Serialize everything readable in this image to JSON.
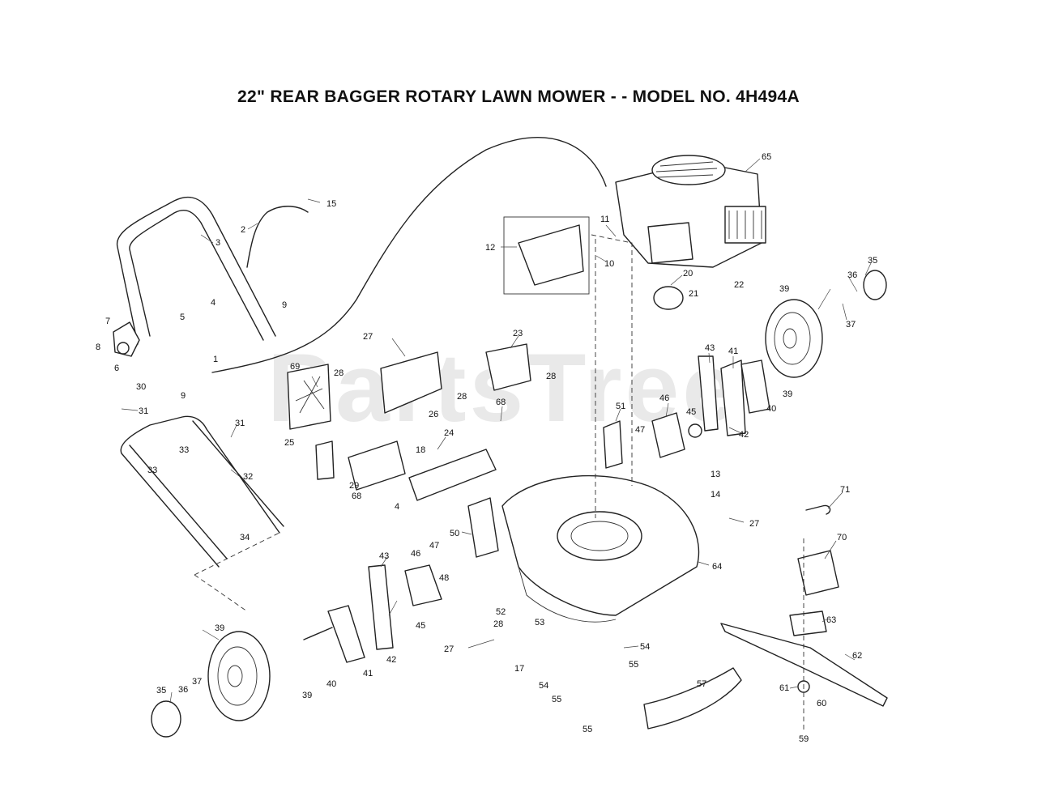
{
  "title": "22\" REAR BAGGER ROTARY LAWN MOWER - - MODEL NO. 4H494A",
  "watermark": "PartsTree",
  "callouts": [
    {
      "id": "65",
      "label": "65"
    },
    {
      "id": "15",
      "label": "15"
    },
    {
      "id": "2",
      "label": "2"
    },
    {
      "id": "3",
      "label": "3"
    },
    {
      "id": "11",
      "label": "11"
    },
    {
      "id": "12",
      "label": "12"
    },
    {
      "id": "10",
      "label": "10"
    },
    {
      "id": "20",
      "label": "20"
    },
    {
      "id": "22",
      "label": "22"
    },
    {
      "id": "21",
      "label": "21"
    },
    {
      "id": "35a",
      "label": "35"
    },
    {
      "id": "36a",
      "label": "36"
    },
    {
      "id": "39a",
      "label": "39"
    },
    {
      "id": "37a",
      "label": "37"
    },
    {
      "id": "4a",
      "label": "4"
    },
    {
      "id": "5",
      "label": "5"
    },
    {
      "id": "9a",
      "label": "9"
    },
    {
      "id": "7",
      "label": "7"
    },
    {
      "id": "8",
      "label": "8"
    },
    {
      "id": "6",
      "label": "6"
    },
    {
      "id": "1",
      "label": "1"
    },
    {
      "id": "30",
      "label": "30"
    },
    {
      "id": "9b",
      "label": "9"
    },
    {
      "id": "27a",
      "label": "27"
    },
    {
      "id": "23",
      "label": "23"
    },
    {
      "id": "69",
      "label": "69"
    },
    {
      "id": "28a",
      "label": "28"
    },
    {
      "id": "28b",
      "label": "28"
    },
    {
      "id": "28c",
      "label": "28"
    },
    {
      "id": "26",
      "label": "26"
    },
    {
      "id": "43a",
      "label": "43"
    },
    {
      "id": "41a",
      "label": "41"
    },
    {
      "id": "39b",
      "label": "39"
    },
    {
      "id": "40a",
      "label": "40"
    },
    {
      "id": "42a",
      "label": "42"
    },
    {
      "id": "31a",
      "label": "31"
    },
    {
      "id": "68a",
      "label": "68"
    },
    {
      "id": "51",
      "label": "51"
    },
    {
      "id": "46a",
      "label": "46"
    },
    {
      "id": "47a",
      "label": "47"
    },
    {
      "id": "45a",
      "label": "45"
    },
    {
      "id": "31b",
      "label": "31"
    },
    {
      "id": "33a",
      "label": "33"
    },
    {
      "id": "25",
      "label": "25"
    },
    {
      "id": "24",
      "label": "24"
    },
    {
      "id": "18",
      "label": "18"
    },
    {
      "id": "33b",
      "label": "33"
    },
    {
      "id": "32",
      "label": "32"
    },
    {
      "id": "29",
      "label": "29"
    },
    {
      "id": "13",
      "label": "13"
    },
    {
      "id": "14",
      "label": "14"
    },
    {
      "id": "68b",
      "label": "68"
    },
    {
      "id": "4b",
      "label": "4"
    },
    {
      "id": "71",
      "label": "71"
    },
    {
      "id": "27b",
      "label": "27"
    },
    {
      "id": "50",
      "label": "50"
    },
    {
      "id": "34",
      "label": "34"
    },
    {
      "id": "70",
      "label": "70"
    },
    {
      "id": "47b",
      "label": "47"
    },
    {
      "id": "43b",
      "label": "43"
    },
    {
      "id": "46b",
      "label": "46"
    },
    {
      "id": "48",
      "label": "48"
    },
    {
      "id": "64",
      "label": "64"
    },
    {
      "id": "52",
      "label": "52"
    },
    {
      "id": "45b",
      "label": "45"
    },
    {
      "id": "63",
      "label": "63"
    },
    {
      "id": "28d",
      "label": "28"
    },
    {
      "id": "53",
      "label": "53"
    },
    {
      "id": "39c",
      "label": "39"
    },
    {
      "id": "27c",
      "label": "27"
    },
    {
      "id": "54a",
      "label": "54"
    },
    {
      "id": "62",
      "label": "62"
    },
    {
      "id": "55a",
      "label": "55"
    },
    {
      "id": "17",
      "label": "17"
    },
    {
      "id": "41b",
      "label": "41"
    },
    {
      "id": "42b",
      "label": "42"
    },
    {
      "id": "37b",
      "label": "37"
    },
    {
      "id": "40b",
      "label": "40"
    },
    {
      "id": "54b",
      "label": "54"
    },
    {
      "id": "57",
      "label": "57"
    },
    {
      "id": "61",
      "label": "61"
    },
    {
      "id": "35b",
      "label": "35"
    },
    {
      "id": "36b",
      "label": "36"
    },
    {
      "id": "39d",
      "label": "39"
    },
    {
      "id": "55b",
      "label": "55"
    },
    {
      "id": "60",
      "label": "60"
    },
    {
      "id": "55c",
      "label": "55"
    },
    {
      "id": "59",
      "label": "59"
    }
  ]
}
